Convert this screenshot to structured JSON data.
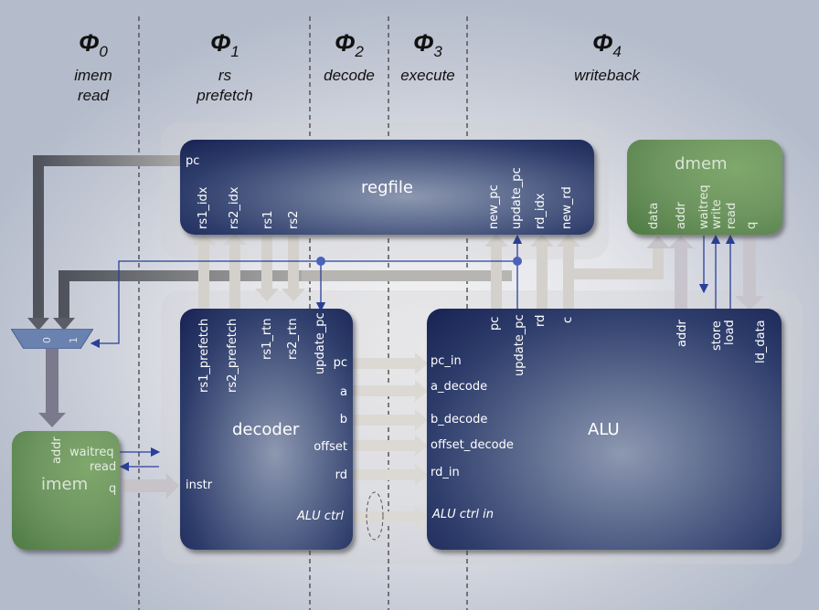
{
  "phases": [
    {
      "symbol": "Φ",
      "index": "0",
      "lines": [
        "imem",
        "read"
      ]
    },
    {
      "symbol": "Φ",
      "index": "1",
      "lines": [
        "rs",
        "prefetch"
      ]
    },
    {
      "symbol": "Φ",
      "index": "2",
      "lines": [
        "decode"
      ]
    },
    {
      "symbol": "Φ",
      "index": "3",
      "lines": [
        "execute"
      ]
    },
    {
      "symbol": "Φ",
      "index": "4",
      "lines": [
        "writeback"
      ]
    }
  ],
  "blocks": {
    "regfile": {
      "title": "regfile",
      "ports": {
        "pc": "pc",
        "rs1_idx": "rs1_idx",
        "rs2_idx": "rs2_idx",
        "rs1": "rs1",
        "rs2": "rs2",
        "new_pc": "new_pc",
        "update_pc": "update_pc",
        "rd_idx": "rd_idx",
        "new_rd": "new_rd"
      }
    },
    "dmem": {
      "title": "dmem",
      "ports": {
        "data": "data",
        "addr": "addr",
        "waitreq": "waitreq",
        "write": "write",
        "read": "read",
        "q": "q"
      }
    },
    "decoder": {
      "title": "decoder",
      "ports": {
        "rs1_prefetch": "rs1_prefetch",
        "rs2_prefetch": "rs2_prefetch",
        "rs1_rtn": "rs1_rtn",
        "rs2_rtn": "rs2_rtn",
        "update_pc": "update_pc",
        "pc": "pc",
        "a": "a",
        "b": "b",
        "offset": "offset",
        "rd": "rd",
        "instr": "instr",
        "alu_ctrl": "ALU ctrl"
      }
    },
    "alu": {
      "title": "ALU",
      "ports": {
        "pc": "pc",
        "update_pc": "update_pc",
        "rd": "rd",
        "c": "c",
        "addr": "addr",
        "store": "store",
        "load": "load",
        "ld_data": "ld_data",
        "pc_in": "pc_in",
        "a_decode": "a_decode",
        "b_decode": "b_decode",
        "offset_decode": "offset_decode",
        "rd_in": "rd_in",
        "alu_ctrl_in": "ALU ctrl in"
      }
    },
    "imem": {
      "title": "imem",
      "ports": {
        "addr": "addr",
        "waitreq": "waitreq",
        "read": "read",
        "q": "q"
      }
    },
    "mux": {
      "input0": "0",
      "input1": "1"
    }
  },
  "colors": {
    "navy_block": "#1e2a5a",
    "green_block": "#6b9160",
    "signal_line": "#2a3f9a",
    "bus_light": "#d8d5d0",
    "bus_dark": "#5a5d66"
  }
}
